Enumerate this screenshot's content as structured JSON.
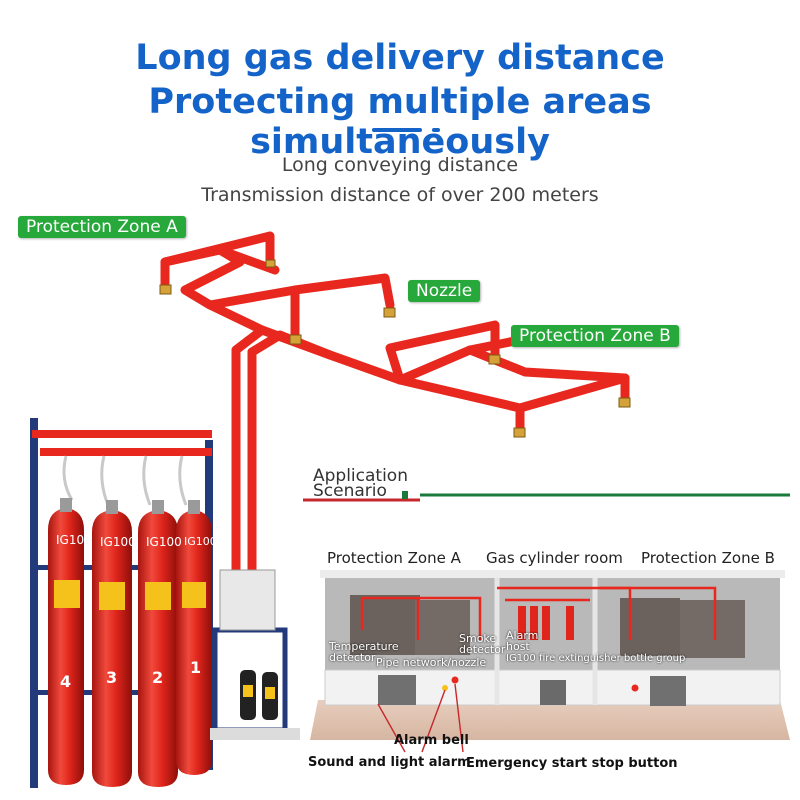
{
  "header": {
    "title_line1": "Long gas delivery distance",
    "title_line2": "Protecting multiple areas simultaneously",
    "subtitle_line1": "Long conveying distance",
    "subtitle_line2": "Transmission distance of over 200 meters"
  },
  "tags": {
    "zone_a": "Protection Zone A",
    "nozzle": "Nozzle",
    "zone_b": "Protection Zone B"
  },
  "cylinders": {
    "brand": "IG100",
    "numbers": [
      "4",
      "3",
      "2",
      "1"
    ]
  },
  "scenario": {
    "title_line1": "Application",
    "title_line2": "Scenario",
    "zone_a": "Protection Zone A",
    "gas_room": "Gas cylinder room",
    "zone_b": "Protection Zone B",
    "temperature_detector": "Temperature detector",
    "smoke_detector": "Smoke detector",
    "alarm_host": "Alarm host",
    "pipe_network": "Pipe network/nozzle",
    "bottle_group": "IG100 fire extinguisher bottle group",
    "alarm_bell": "Alarm bell",
    "sound_light": "Sound and light alarm",
    "emergency": "Emergency start stop button"
  },
  "colors": {
    "title_blue": "#1463c8",
    "tag_green": "#27a83a",
    "pipe_red": "#e8281e",
    "cylinder_red": "#e0251c"
  }
}
